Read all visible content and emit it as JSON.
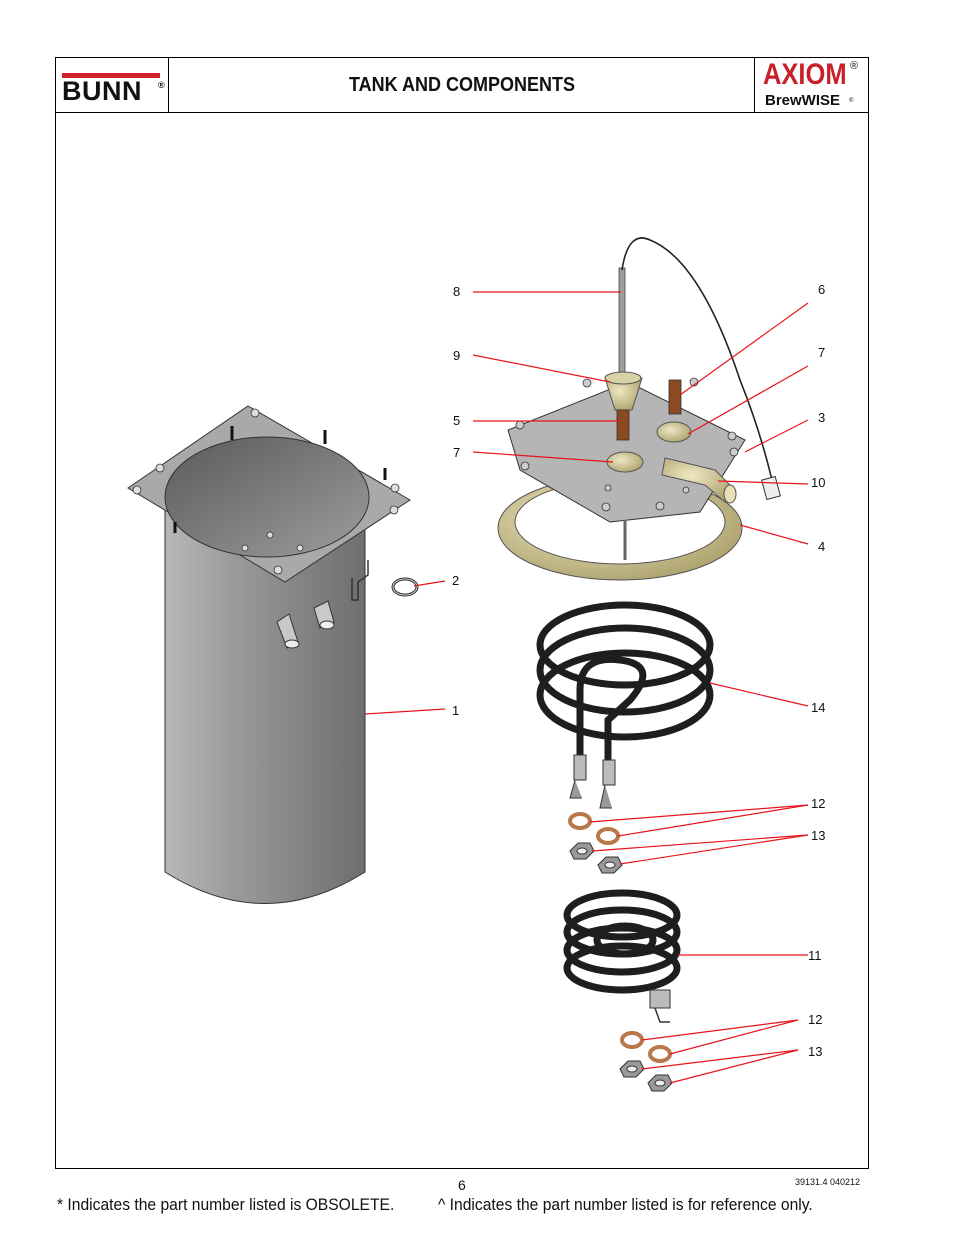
{
  "header": {
    "brand": "BUNN",
    "brand_reg": "®",
    "title": "TANK AND COMPONENTS",
    "product_logo": "AXIOM",
    "product_reg": "®",
    "product_sub": "BrewWISE",
    "product_sub_reg": "®"
  },
  "callouts": {
    "c8": "8",
    "c9": "9",
    "c5": "5",
    "c7a": "7",
    "c2": "2",
    "c1": "1",
    "c6": "6",
    "c7b": "7",
    "c3": "3",
    "c10": "10",
    "c4": "4",
    "c14": "14",
    "c12a": "12",
    "c13a": "13",
    "c11": "11",
    "c12b": "12",
    "c13b": "13"
  },
  "footer": {
    "page_number": "6",
    "doc_code": "39131.4 040212",
    "note_obsolete": "* Indicates the part number listed is OBSOLETE.",
    "note_reference": "^ Indicates the part number listed is for reference only."
  },
  "colors": {
    "leader": "#e8141c",
    "tank": "#8a8a8a",
    "element": "#1e1e1e",
    "gasket": "#cfc79a"
  }
}
